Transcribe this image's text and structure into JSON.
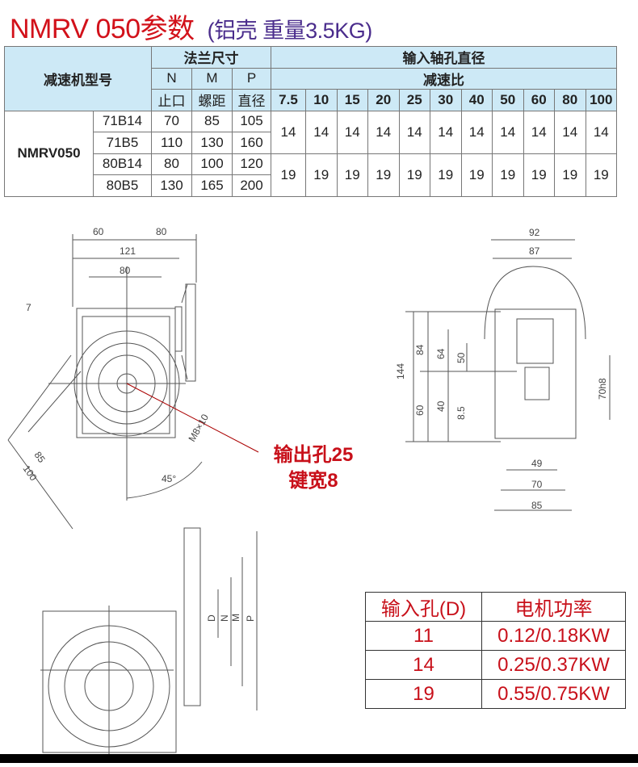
{
  "title": {
    "main": "NMRV 050参数",
    "sub": "(铝壳 重量3.5KG)"
  },
  "spec_table": {
    "model_header": "减速机型号",
    "flange_header": "法兰尺寸",
    "input_header": "输入轴孔直径",
    "ratio_header": "减速比",
    "flange_cols": [
      {
        "letter": "N",
        "label": "止口"
      },
      {
        "letter": "M",
        "label": "螺距"
      },
      {
        "letter": "P",
        "label": "直径"
      }
    ],
    "ratios": [
      "7.5",
      "10",
      "15",
      "20",
      "25",
      "30",
      "40",
      "50",
      "60",
      "80",
      "100"
    ],
    "model": "NMRV050",
    "rows": [
      {
        "variant": "71B14",
        "N": "70",
        "M": "85",
        "P": "105"
      },
      {
        "variant": "71B5",
        "N": "110",
        "M": "130",
        "P": "160"
      },
      {
        "variant": "80B14",
        "N": "80",
        "M": "100",
        "P": "120"
      },
      {
        "variant": "80B5",
        "N": "130",
        "M": "165",
        "P": "200"
      }
    ],
    "bore_groups": [
      [
        "14",
        "14",
        "14",
        "14",
        "14",
        "14",
        "14",
        "14",
        "14",
        "14",
        "14"
      ],
      [
        "19",
        "19",
        "19",
        "19",
        "19",
        "19",
        "19",
        "19",
        "19",
        "19",
        "19"
      ]
    ]
  },
  "front_view_dims": {
    "d60": "60",
    "d80a": "80",
    "d121": "121",
    "d80b": "80",
    "d7": "7",
    "d85": "85",
    "d100": "100",
    "d45": "45°",
    "bolt": "M8×10"
  },
  "output_note": {
    "line1": "输出孔25",
    "line2": "键宽8"
  },
  "side_view_dims": {
    "d92": "92",
    "d87": "87",
    "d144": "144",
    "d84": "84",
    "d64": "64",
    "d50": "50",
    "d60": "60",
    "d40": "40",
    "d85s": "8.5",
    "d70h8": "70h8",
    "d49": "49",
    "d70": "70",
    "d85": "85"
  },
  "flange_view_labels": {
    "D": "D",
    "N": "N",
    "M": "M",
    "P": "P"
  },
  "power_table": {
    "headers": [
      "输入孔(D)",
      "电机功率"
    ],
    "rows": [
      [
        "11",
        "0.12/0.18KW"
      ],
      [
        "14",
        "0.25/0.37KW"
      ],
      [
        "19",
        "0.55/0.75KW"
      ]
    ]
  }
}
